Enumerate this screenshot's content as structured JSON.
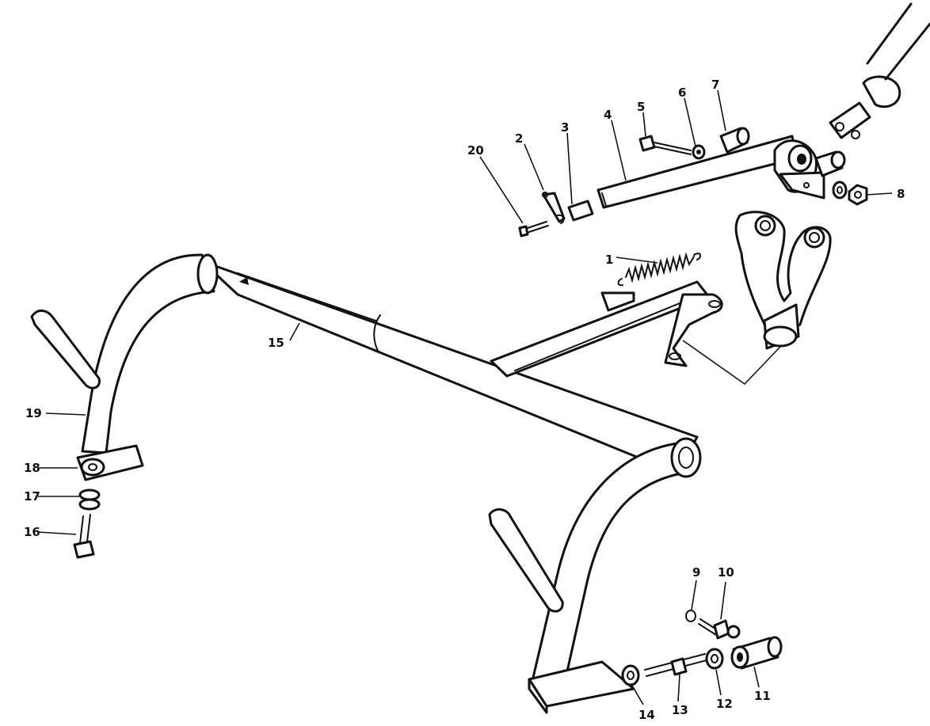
{
  "callouts": {
    "c1": "1",
    "c2": "2",
    "c3": "3",
    "c4": "4",
    "c5": "5",
    "c6": "6",
    "c7": "7",
    "c8": "8",
    "c9": "9",
    "c10": "10",
    "c11": "11",
    "c12": "12",
    "c13": "13",
    "c14": "14",
    "c15": "15",
    "c16": "16",
    "c17": "17",
    "c18": "18",
    "c19": "19",
    "c20": "20"
  },
  "colors": {
    "line": "#111111",
    "paper": "#ffffff"
  }
}
